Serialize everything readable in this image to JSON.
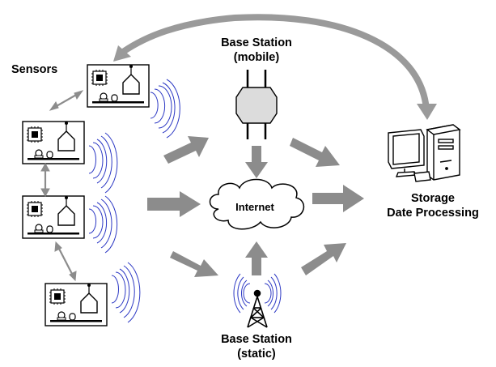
{
  "labels": {
    "sensors": "Sensors",
    "base_mobile_line1": "Base Station",
    "base_mobile_line2": "(mobile)",
    "base_static_line1": "Base Station",
    "base_static_line2": "(static)",
    "internet": "Internet",
    "storage_line1": "Storage",
    "storage_line2": "Date Processing"
  },
  "colors": {
    "arrow": "#8c8c8c",
    "signal": "#2c38c4",
    "feedback_arrow": "#9a9a9a",
    "base_station_body": "#dcdcdc"
  },
  "icons": {
    "sensor": "sensor-board-icon",
    "base_mobile": "router-icon",
    "base_static": "antenna-tower-icon",
    "internet": "cloud-icon",
    "storage": "computer-icon"
  }
}
